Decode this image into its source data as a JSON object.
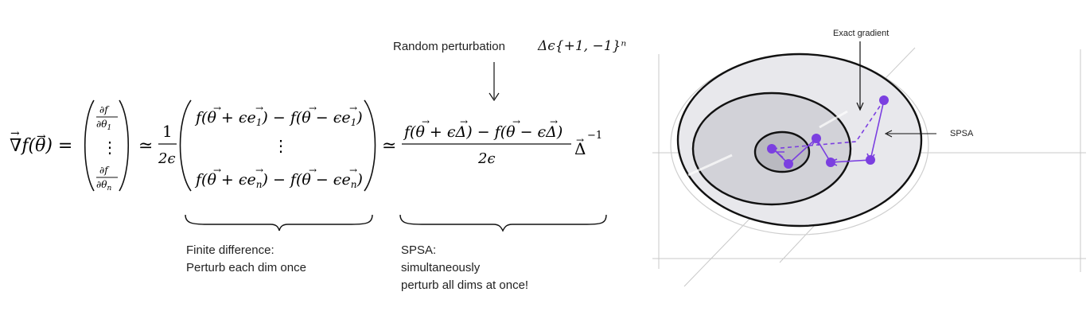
{
  "equation": {
    "lhs": "∇f(θ) =",
    "grad_col_top": "∂f/∂θ1",
    "grad_col_mid": "⋮",
    "grad_col_bot": "∂f/∂θn",
    "approx_1": "≃",
    "one_over_2eps": "1/2ε",
    "fd_row_top": "f(θ + εe1) − f(θ − εe1)",
    "fd_row_mid": "⋮",
    "fd_row_bot": "f(θ + εen) − f(θ − εen)",
    "approx_2": "≃",
    "spsa_numerator": "f(θ + εΔ) − f(θ − εΔ)",
    "spsa_denominator": "2ε",
    "spsa_factor": "Δ⁻¹"
  },
  "annotations": {
    "random_perturbation_label": "Random perturbation",
    "random_perturbation_math": "Δϵ{+1, −1}ⁿ",
    "finite_difference_line1": "Finite difference:",
    "finite_difference_line2": "Perturb each dim once",
    "spsa_line1": "SPSA:",
    "spsa_line2": "simultaneously",
    "spsa_line3": "perturb all dims at once!"
  },
  "figure": {
    "exact_gradient_label": "Exact gradient",
    "spsa_label": "SPSA",
    "colors": {
      "path": "#7b3fe0",
      "contour": "#111111",
      "fill_outer": "#e8e8ec",
      "fill_mid": "#d2d2d8",
      "fill_inner": "#b9b9c0"
    }
  }
}
